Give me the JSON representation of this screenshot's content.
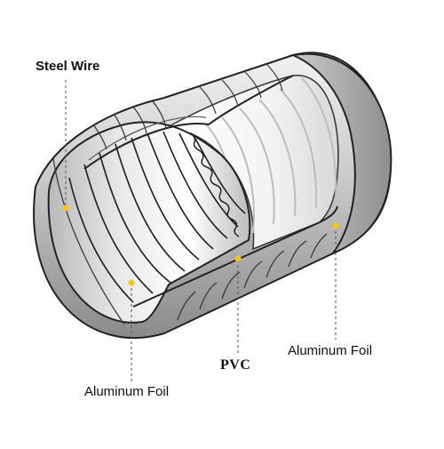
{
  "labels": {
    "steel_wire": "Steel Wire",
    "pvc": "PVC",
    "aluminum_foil_right": "Aluminum Foil",
    "aluminum_foil_left": "Aluminum Foil"
  },
  "colors": {
    "leader_dot": "#f5c518",
    "outline": "#222222"
  },
  "icons": [
    "duct-diagram"
  ]
}
